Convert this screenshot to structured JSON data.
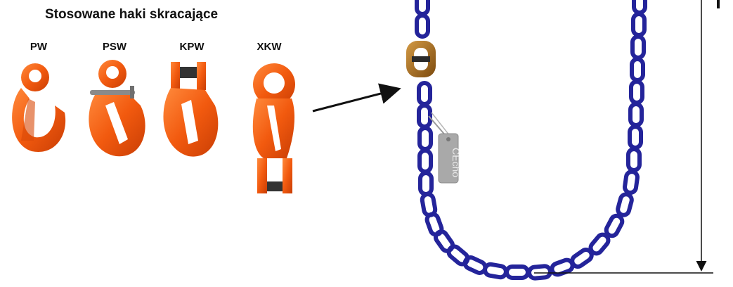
{
  "title": "Stosowane haki skracające",
  "hooks": [
    {
      "label": "PW",
      "icon": "eye-grab-hook-icon"
    },
    {
      "label": "PSW",
      "icon": "eye-grab-hook-with-safety-pin-icon"
    },
    {
      "label": "KPW",
      "icon": "clevis-grab-hook-icon"
    },
    {
      "label": "XKW",
      "icon": "shortening-hook-with-clevis-icon"
    }
  ],
  "tag": {
    "text": "CEcho"
  },
  "colors": {
    "hook_orange": "#f25a0f",
    "chain_blue": "#24249a",
    "connector_bronze": "#a86a1a",
    "tag_gray": "#a9a9a9"
  }
}
